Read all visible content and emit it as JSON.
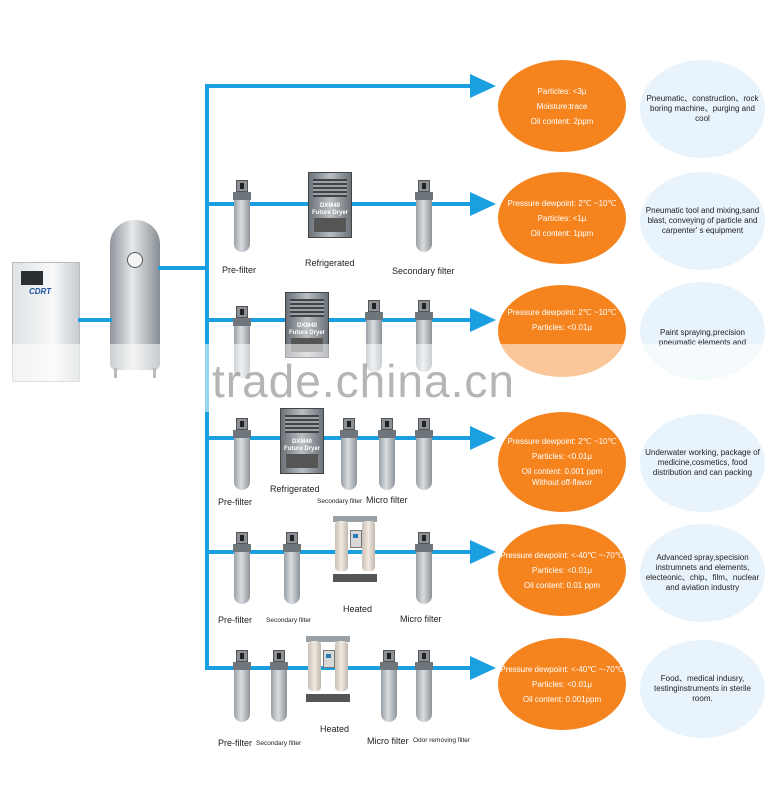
{
  "branding": {
    "compressor_logo": "CDRT",
    "watermark": "trade.china.cn"
  },
  "rows": [
    {
      "components": [],
      "quality": [
        "Particles: <3μ",
        "Moisture:trace",
        "Oil content: 2ppm"
      ],
      "application": "Pneumatic、construction、rock boring machine、purging and cool"
    },
    {
      "components": [
        {
          "kind": "filter",
          "label": "Pre-filter"
        },
        {
          "kind": "refrigerated",
          "label": "Refrigerated",
          "brand": "DXM40 Future Dryer"
        },
        {
          "kind": "filter",
          "label": "Secondary filter"
        }
      ],
      "quality": [
        "Pressure dewpoint: 2℃ ~10℃",
        "Particles: <1μ",
        "Oil content: 1ppm"
      ],
      "application": "Pneumatic tool and mixing,sand blast, conveying of particle and carpenter' s equipment"
    },
    {
      "components": [],
      "brand": "DXM40 Future Dryer",
      "quality": [
        "Pressure dewpoint: 2℃ ~10℃",
        "Particles: <0.01μ"
      ],
      "application": "Paint spraying,precision pneumatic elements and"
    },
    {
      "components": [
        {
          "kind": "filter",
          "label": "Pre-filter"
        },
        {
          "kind": "refrigerated",
          "label": "Refrigerated",
          "brand": "DXM40 Future Dryer"
        },
        {
          "kind": "filter",
          "label": "Secondary filter"
        },
        {
          "kind": "filter",
          "label": "Micro filter"
        }
      ],
      "quality": [
        "Pressure dewpoint: 2℃ ~10℃",
        "Particles: <0.01μ",
        "Oil content: 0.001 ppm",
        "Without off-flavor"
      ],
      "application": "Underwater working, package of medicine,cosmetics, food distribution and can packing"
    },
    {
      "components": [
        {
          "kind": "filter",
          "label": "Pre-filter"
        },
        {
          "kind": "filter",
          "label": "Secondary filter"
        },
        {
          "kind": "heated",
          "label": "Heated"
        },
        {
          "kind": "filter",
          "label": "Micro filter"
        }
      ],
      "quality": [
        "Pressure dewpoint: <-40℃ ~-70℃",
        "Particles: <0.01μ",
        "Oil content: 0.01 ppm"
      ],
      "application": "Advanced spray,specision instrumnets and elements, electeonic、chip、film、nuclear and aviation industry"
    },
    {
      "components": [
        {
          "kind": "filter",
          "label": "Pre-filter"
        },
        {
          "kind": "filter",
          "label": "Secondary filter"
        },
        {
          "kind": "heated",
          "label": "Heated"
        },
        {
          "kind": "filter",
          "label": "Micro filter"
        },
        {
          "kind": "filter",
          "label": "Odor removing filter"
        }
      ],
      "quality": [
        "Pressure dewpoint: <-40℃ ~-70℃",
        "Particles: <0.01μ",
        "Oil content: 0.001ppm"
      ],
      "application": "Food、medical indusry, testinginstruments in sterile room."
    }
  ]
}
